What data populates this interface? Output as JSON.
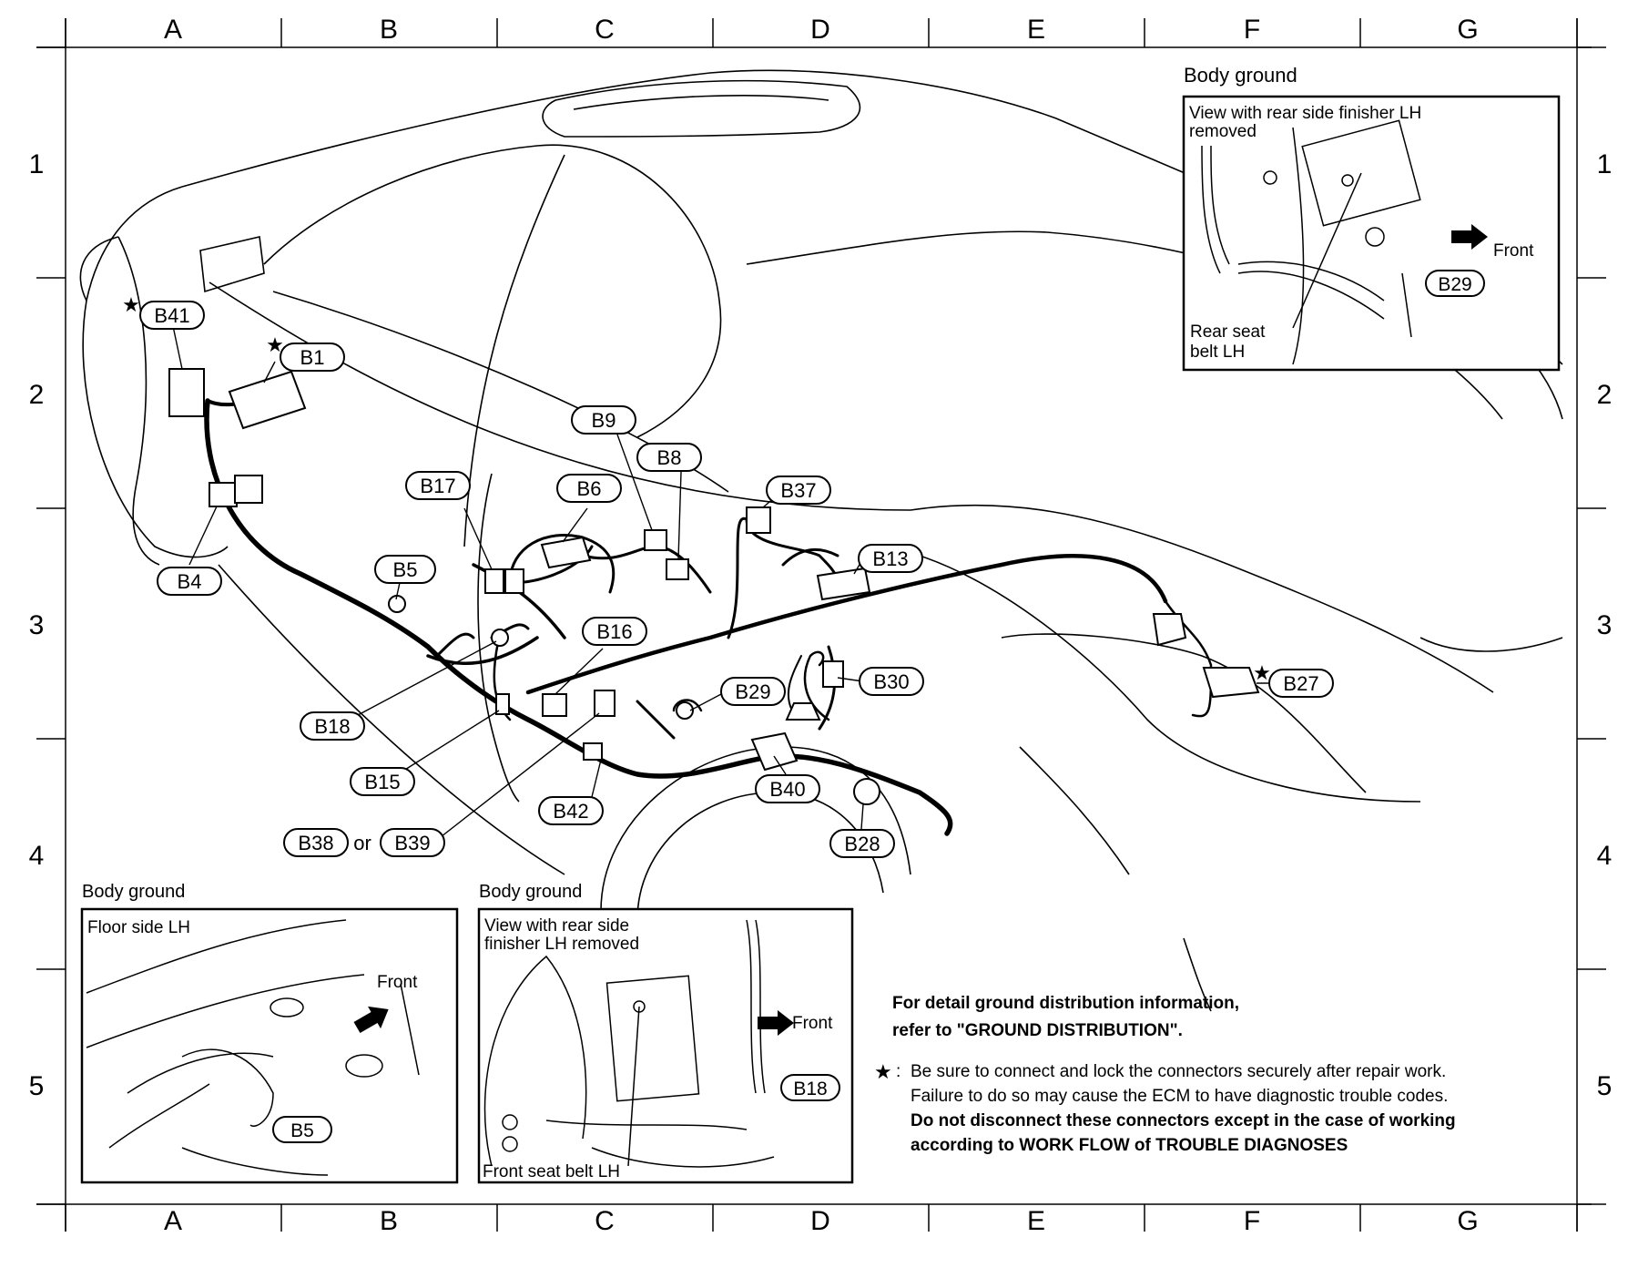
{
  "grid": {
    "columns": [
      "A",
      "B",
      "C",
      "D",
      "E",
      "F",
      "G"
    ],
    "rows": [
      "1",
      "2",
      "3",
      "4",
      "5"
    ]
  },
  "connectors": [
    {
      "id": "b41",
      "label": "B41",
      "star": true
    },
    {
      "id": "b1",
      "label": "B1",
      "star": true
    },
    {
      "id": "b4",
      "label": "B4"
    },
    {
      "id": "b5",
      "label": "B5"
    },
    {
      "id": "b17",
      "label": "B17"
    },
    {
      "id": "b6",
      "label": "B6"
    },
    {
      "id": "b9",
      "label": "B9"
    },
    {
      "id": "b8",
      "label": "B8"
    },
    {
      "id": "b37",
      "label": "B37"
    },
    {
      "id": "b13",
      "label": "B13"
    },
    {
      "id": "b16",
      "label": "B16"
    },
    {
      "id": "b18",
      "label": "B18"
    },
    {
      "id": "b15",
      "label": "B15"
    },
    {
      "id": "b38",
      "label": "B38"
    },
    {
      "id": "b39",
      "label": "B39"
    },
    {
      "id": "b42",
      "label": "B42"
    },
    {
      "id": "b29",
      "label": "B29"
    },
    {
      "id": "b30",
      "label": "B30"
    },
    {
      "id": "b40",
      "label": "B40"
    },
    {
      "id": "b28",
      "label": "B28"
    },
    {
      "id": "b27",
      "label": "B27",
      "star": true
    }
  ],
  "or_text": "or",
  "insets": {
    "top_right": {
      "heading": "Body ground",
      "view_line1": "View with rear side finisher LH",
      "view_line2": "removed",
      "front": "Front",
      "connector": "B29",
      "part_line1": "Rear seat",
      "part_line2": "belt LH"
    },
    "bottom_left": {
      "heading": "Body ground",
      "view": "Floor side LH",
      "front": "Front",
      "connector": "B5"
    },
    "bottom_middle": {
      "heading": "Body ground",
      "view_line1": "View with rear side",
      "view_line2": "finisher LH removed",
      "front": "Front",
      "connector": "B18",
      "part": "Front seat belt LH"
    }
  },
  "notes": {
    "ground_line1": "For detail ground distribution information,",
    "ground_line2": "refer to \"GROUND DISTRIBUTION\".",
    "star_symbol": "★",
    "star_sep": ":",
    "star_line1": "Be sure to connect and lock the connectors securely after repair work.",
    "star_line2": "Failure to do so may cause the ECM to have diagnostic trouble codes.",
    "star_line3": "Do not disconnect these connectors except in the case of working",
    "star_line4": "according to WORK FLOW of TROUBLE DIAGNOSES"
  }
}
